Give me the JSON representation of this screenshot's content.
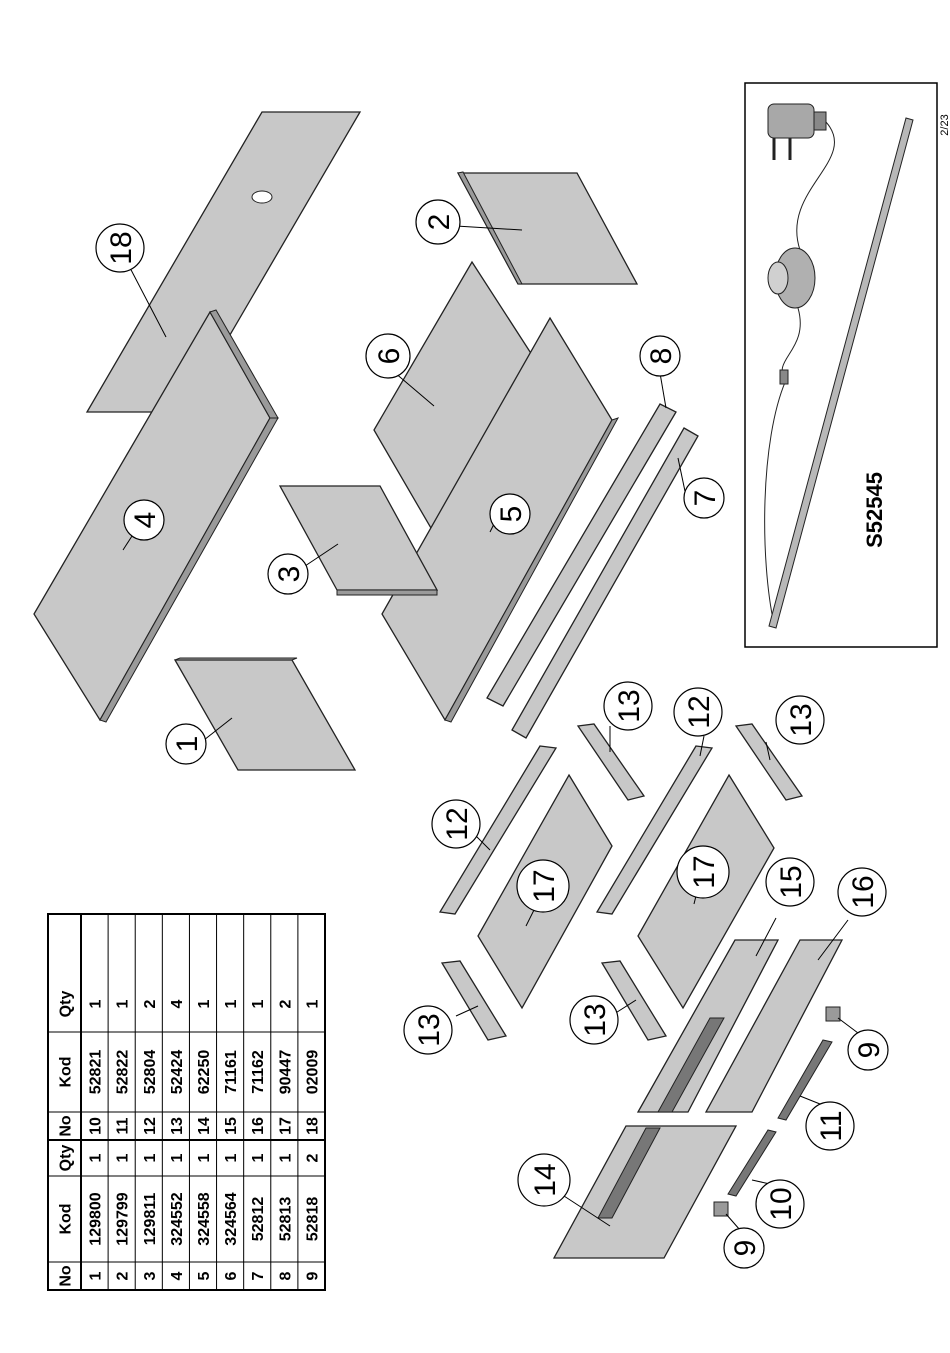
{
  "page": {
    "page_number": "2/23"
  },
  "kit": {
    "code": "S52545"
  },
  "table": {
    "headers": [
      "No",
      "Kod",
      "Qty",
      "No",
      "Kod",
      "Qty"
    ],
    "rows": [
      [
        "1",
        "129800",
        "1",
        "10",
        "52821",
        "1"
      ],
      [
        "2",
        "129799",
        "1",
        "11",
        "52822",
        "1"
      ],
      [
        "3",
        "129811",
        "1",
        "12",
        "52804",
        "2"
      ],
      [
        "4",
        "324552",
        "1",
        "13",
        "52424",
        "4"
      ],
      [
        "5",
        "324558",
        "1",
        "14",
        "62250",
        "1"
      ],
      [
        "6",
        "324564",
        "1",
        "15",
        "71161",
        "1"
      ],
      [
        "7",
        "52812",
        "1",
        "16",
        "71162",
        "1"
      ],
      [
        "8",
        "52813",
        "1",
        "17",
        "90447",
        "2"
      ],
      [
        "9",
        "52818",
        "2",
        "18",
        "02009",
        "1"
      ]
    ]
  },
  "callouts": [
    "18",
    "2",
    "6",
    "8",
    "4",
    "5",
    "7",
    "3",
    "1",
    "13",
    "12",
    "13",
    "12",
    "13",
    "17",
    "17",
    "15",
    "16",
    "13",
    "13",
    "14",
    "9",
    "11",
    "10",
    "9"
  ]
}
